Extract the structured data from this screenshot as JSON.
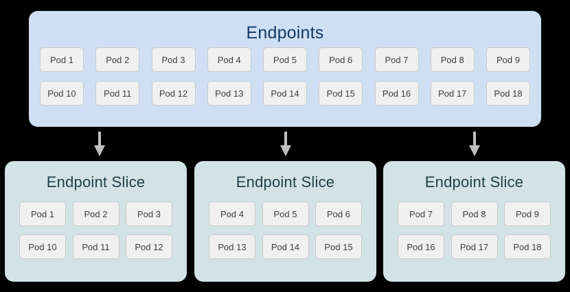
{
  "colors": {
    "background": "#000000",
    "endpoints_panel_bg": "#cfe0f4",
    "endpoints_title_text": "#123a63",
    "slice_panel_bg": "#d3e2e4",
    "slice_title_text": "#1d3f49",
    "chip_bg": "#f0f0f0",
    "chip_border": "#c9c9c9",
    "chip_text": "#3c3c3c",
    "arrow": "#bfbfbf"
  },
  "endpoints": {
    "title": "Endpoints",
    "rows": [
      [
        "Pod 1",
        "Pod 2",
        "Pod 3",
        "Pod 4",
        "Pod 5",
        "Pod 6",
        "Pod 7",
        "Pod 8",
        "Pod 9"
      ],
      [
        "Pod 10",
        "Pod 11",
        "Pod 12",
        "Pod 13",
        "Pod 14",
        "Pod 15",
        "Pod 16",
        "Pod 17",
        "Pod 18"
      ]
    ]
  },
  "arrows": [
    {
      "name": "arrow-to-slice-1",
      "direction": "down"
    },
    {
      "name": "arrow-to-slice-2",
      "direction": "down"
    },
    {
      "name": "arrow-to-slice-3",
      "direction": "down"
    }
  ],
  "slices": [
    {
      "title": "Endpoint Slice",
      "rows": [
        [
          "Pod 1",
          "Pod 2",
          "Pod 3"
        ],
        [
          "Pod 10",
          "Pod 11",
          "Pod 12"
        ]
      ]
    },
    {
      "title": "Endpoint Slice",
      "rows": [
        [
          "Pod 4",
          "Pod 5",
          "Pod 6"
        ],
        [
          "Pod 13",
          "Pod 14",
          "Pod 15"
        ]
      ]
    },
    {
      "title": "Endpoint Slice",
      "rows": [
        [
          "Pod 7",
          "Pod 8",
          "Pod 9"
        ],
        [
          "Pod 16",
          "Pod 17",
          "Pod 18"
        ]
      ]
    }
  ]
}
